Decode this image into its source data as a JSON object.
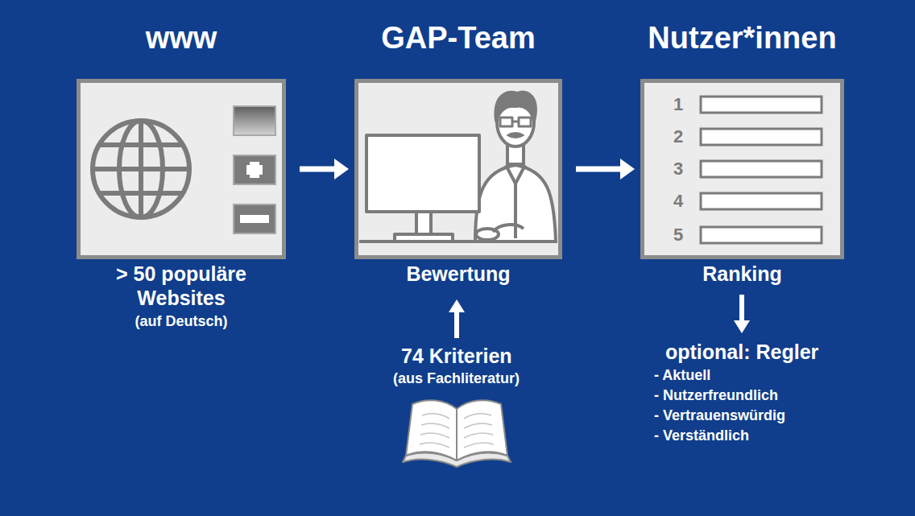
{
  "diagram": {
    "nodes": [
      {
        "text": [
          "www",
          "> 50 populäre Websites",
          "(auf Deutsch)"
        ]
      },
      {
        "text": [
          "GAP-Team",
          "Bewertung"
        ]
      },
      {
        "text": [
          "Nutzer*innen",
          "Ranking"
        ]
      }
    ],
    "edges": [
      {
        "from": 0,
        "to": 1,
        "arrow": "to"
      },
      {
        "from": 1,
        "to": 2,
        "arrow": "to"
      }
    ],
    "labels": [
      "1",
      "2",
      "3",
      "4",
      "5",
      "74 Kriterien",
      "(aus Fachliteratur)",
      "optional: Regler",
      "- Aktuell",
      "- Nutzerfreundlich",
      "- Vertrauenswürdig",
      "- Verständlich"
    ]
  }
}
